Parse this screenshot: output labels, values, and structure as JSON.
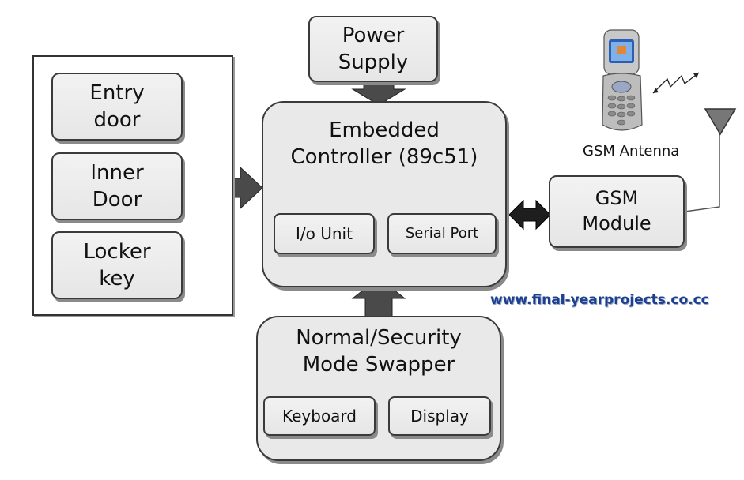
{
  "blocks": {
    "power_supply": "Power\nSupply",
    "controller_title": "Embedded\nController (89c51)",
    "io_unit": "I/o Unit",
    "serial_port": "Serial Port",
    "entry_door": "Entry\ndoor",
    "inner_door": "Inner\nDoor",
    "locker_key": "Locker\nkey",
    "gsm_module": "GSM\nModule",
    "gsm_antenna": "GSM Antenna",
    "mode_title": "Normal/Security\nMode Swapper",
    "keyboard": "Keyboard",
    "display": "Display"
  },
  "website": "www.final-yearprojects.co.cc",
  "icons": [
    "mobile-phone-icon",
    "antenna-icon",
    "signal-wave-icon"
  ],
  "colors": {
    "arrow": "#4a4a4a",
    "box_fill": "#eeeeee",
    "url": "#1c3f8f"
  }
}
